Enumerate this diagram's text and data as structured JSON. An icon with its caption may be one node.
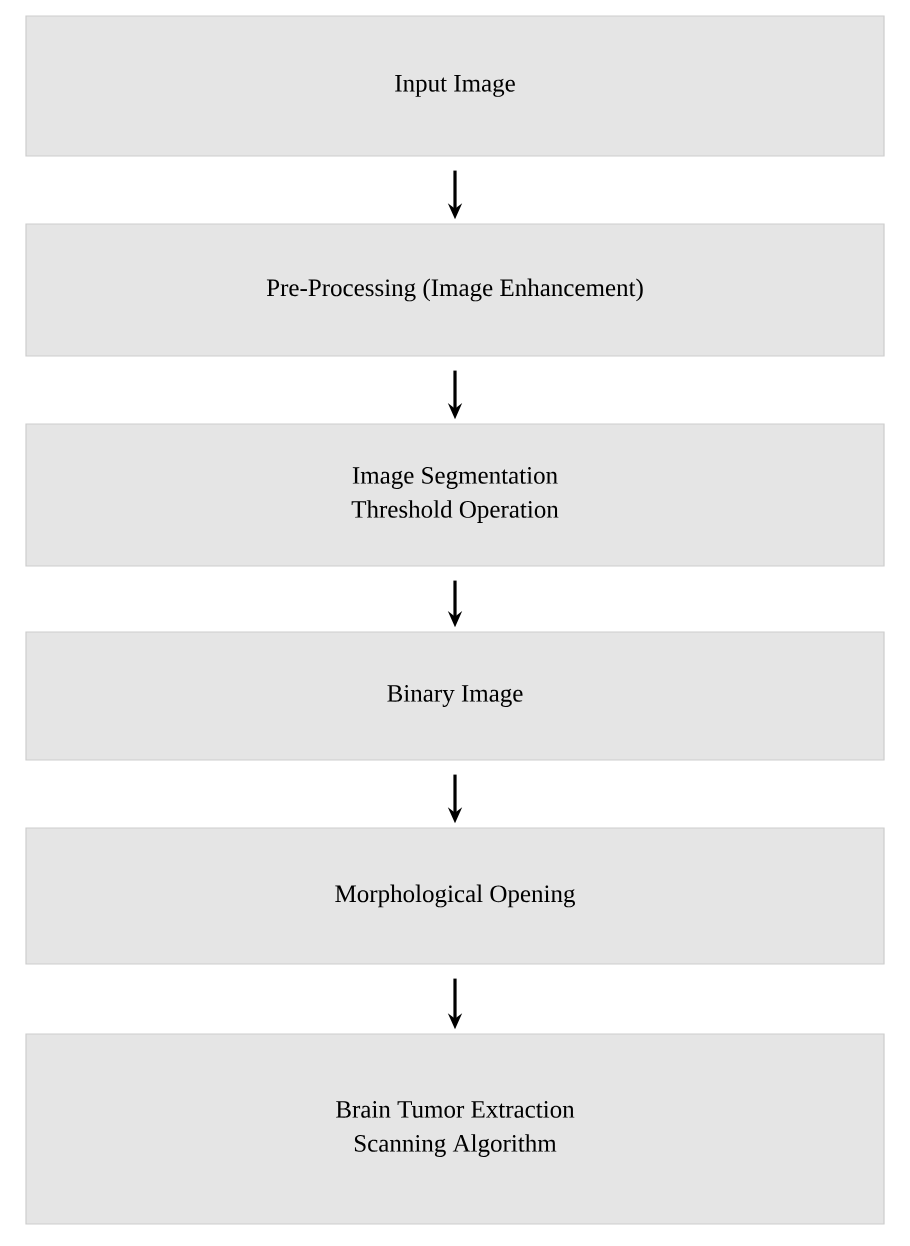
{
  "diagram": {
    "nodes": [
      {
        "text": [
          "Input Image"
        ]
      },
      {
        "text": [
          "Pre-Processing (Image Enhancement)"
        ]
      },
      {
        "text": [
          "Image Segmentation",
          "Threshold Operation"
        ]
      },
      {
        "text": [
          "Binary Image"
        ]
      },
      {
        "text": [
          "Morphological Opening"
        ]
      },
      {
        "text": [
          "Brain Tumor Extraction",
          "Scanning Algorithm"
        ]
      }
    ],
    "edges": [
      {
        "from": 0,
        "to": 1,
        "arrow": "to"
      },
      {
        "from": 1,
        "to": 2,
        "arrow": "to"
      },
      {
        "from": 2,
        "to": 3,
        "arrow": "to"
      },
      {
        "from": 3,
        "to": 4,
        "arrow": "to"
      },
      {
        "from": 4,
        "to": 5,
        "arrow": "to"
      }
    ]
  }
}
